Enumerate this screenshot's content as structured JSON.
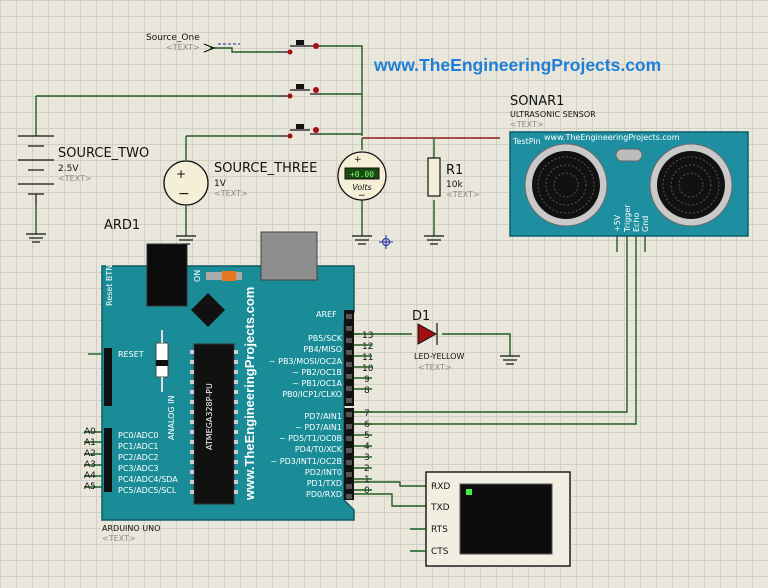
{
  "website": "www.TheEngineeringProjects.com",
  "source_one": {
    "name": "Source_One",
    "tag": "<TEXT>"
  },
  "source_two": {
    "name": "SOURCE_TWO",
    "value": "2.5V",
    "tag": "<TEXT>"
  },
  "source_three": {
    "name": "SOURCE_THREE",
    "value": "1V",
    "tag": "<TEXT>"
  },
  "voltmeter": {
    "label": "Volts",
    "display": "+0.00"
  },
  "r1": {
    "name": "R1",
    "value": "10k",
    "tag": "<TEXT>"
  },
  "sonar": {
    "name": "SONAR1",
    "type": "ULTRASONIC SENSOR",
    "tag": "<TEXT>",
    "testpin": "TestPin",
    "website": "www.TheEngineeringProjects.com",
    "pins": [
      "+5V",
      "Trigger",
      "Echo",
      "Gnd"
    ]
  },
  "ard": {
    "name": "ARD1",
    "model": "ARDUINO UNO",
    "tag": "<TEXT>",
    "brand": "www.TheEngineeringProjects.com",
    "reset_btn": "Reset BTN",
    "on": "ON",
    "reset": "RESET",
    "analog_in": "ANALOG IN",
    "chip": "ATMEGA328P-PU",
    "aref": "AREF",
    "digital_pins": [
      {
        "label": "PB5/SCK",
        "num": "13"
      },
      {
        "label": "PB4/MISO",
        "num": "12"
      },
      {
        "label": "~ PB3/MOSI/OC2A",
        "num": "11"
      },
      {
        "label": "~ PB2/OC1B",
        "num": "10"
      },
      {
        "label": "~ PB1/OC1A",
        "num": "9"
      },
      {
        "label": "PB0/ICP1/CLKO",
        "num": "8"
      },
      {
        "label": "PD7/AIN1",
        "num": "7"
      },
      {
        "label": "~ PD7/AIN1",
        "num": "6"
      },
      {
        "label": "~ PD5/T1/OC0B",
        "num": "5"
      },
      {
        "label": "PD4/T0/XCK",
        "num": "4"
      },
      {
        "label": "~ PD3/INT1/OC2B",
        "num": "3"
      },
      {
        "label": "PD2/INT0",
        "num": "2"
      },
      {
        "label": "PD1/TXD",
        "num": "1"
      },
      {
        "label": "PD0/RXD",
        "num": "0"
      }
    ],
    "analog_pins": [
      {
        "name": "A0",
        "label": "PC0/ADC0"
      },
      {
        "name": "A1",
        "label": "PC1/ADC1"
      },
      {
        "name": "A2",
        "label": "PC2/ADC2"
      },
      {
        "name": "A3",
        "label": "PC3/ADC3"
      },
      {
        "name": "A4",
        "label": "PC4/ADC4/SDA"
      },
      {
        "name": "A5",
        "label": "PC5/ADC5/SCL"
      }
    ]
  },
  "d1": {
    "name": "D1",
    "type": "LED-YELLOW",
    "tag": "<TEXT>"
  },
  "terminal": {
    "pins": [
      "RXD",
      "TXD",
      "RTS",
      "CTS"
    ]
  },
  "colors": {
    "board": "#1a8c97",
    "wire": "#1f5e1f",
    "website": "#1f7fd6",
    "sensor": "#1d8fa0"
  }
}
